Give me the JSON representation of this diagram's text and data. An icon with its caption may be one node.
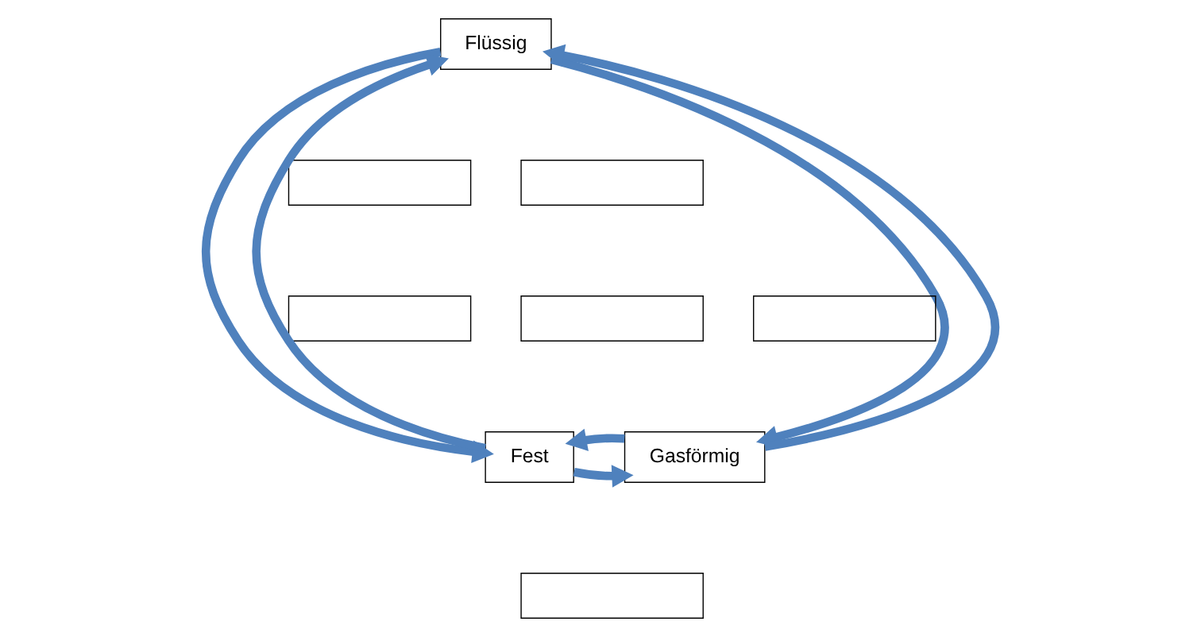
{
  "diagram": {
    "nodes": [
      {
        "text": [
          "Flüssig"
        ]
      },
      {
        "text": [],
        "shape": "box"
      },
      {
        "text": [],
        "shape": "box"
      },
      {
        "text": [],
        "shape": "box"
      },
      {
        "text": [],
        "shape": "box"
      },
      {
        "text": [],
        "shape": "box"
      },
      {
        "text": [
          "Fest"
        ]
      },
      {
        "text": [
          "Gasförmig"
        ]
      },
      {
        "text": [],
        "shape": "box"
      }
    ],
    "edges": [
      {
        "from": 6,
        "to": 0,
        "arrow": "to"
      },
      {
        "from": 0,
        "to": 6,
        "arrow": "to"
      },
      {
        "from": 0,
        "to": 7,
        "arrow": "to"
      },
      {
        "from": 7,
        "to": 0,
        "arrow": "to"
      },
      {
        "from": 6,
        "to": 7,
        "arrow": "to"
      },
      {
        "from": 7,
        "to": 6,
        "arrow": "to"
      }
    ]
  }
}
